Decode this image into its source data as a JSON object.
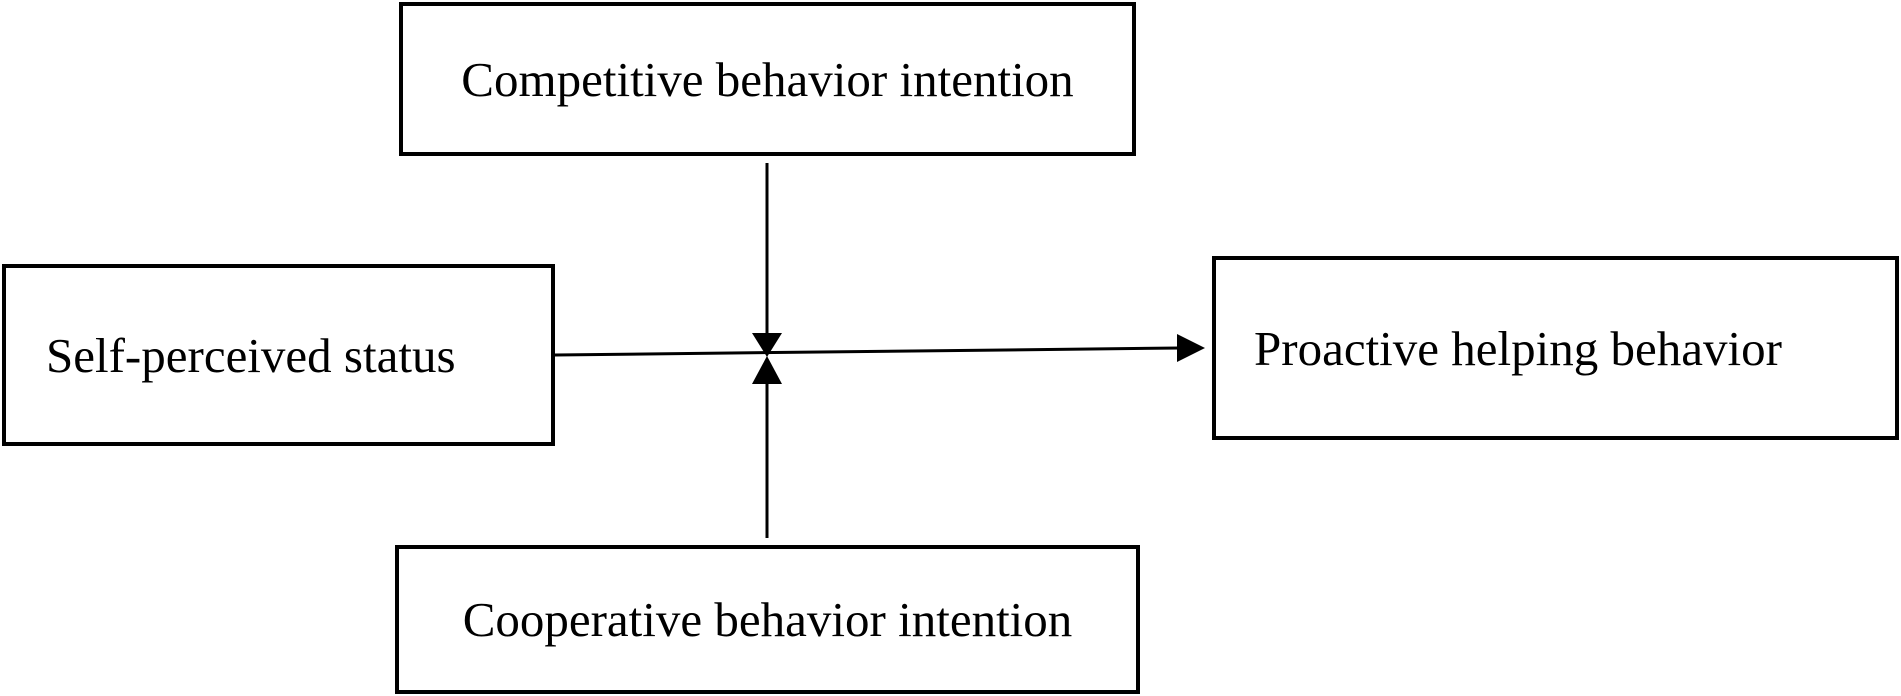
{
  "diagram": {
    "nodes": {
      "competitive_behavior_intention": "Competitive behavior intention",
      "self_perceived_status": "Self-perceived status",
      "proactive_helping_behavior": "Proactive helping behavior",
      "cooperative_behavior_intention": "Cooperative behavior intention"
    },
    "edges": [
      {
        "from": "self_perceived_status",
        "to": "proactive_helping_behavior"
      },
      {
        "from": "competitive_behavior_intention",
        "to": "self_perceived_status -> proactive_helping_behavior"
      },
      {
        "from": "cooperative_behavior_intention",
        "to": "self_perceived_status -> proactive_helping_behavior"
      }
    ]
  }
}
